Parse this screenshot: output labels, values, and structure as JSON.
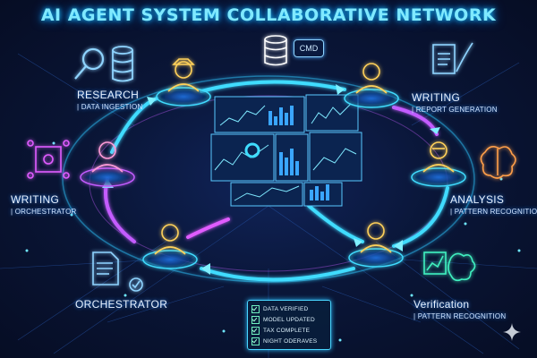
{
  "title": "AI AGENT SYSTEM COLLABORATIVE NETWORK",
  "cmd_label": "CMD",
  "nodes": {
    "research": {
      "name": "RESEARCH",
      "role": "| DATA INGESTION"
    },
    "writing_top": {
      "name": "WRITING",
      "role": "| REPORT GENERATION"
    },
    "writing_left": {
      "name": "WRITING",
      "role": "| ORCHESTRATOR"
    },
    "analysis": {
      "name": "ANALYSIS",
      "role": "| PATTERN RECOGNITION"
    },
    "orchestrator": {
      "name": "ORCHESTRATOR",
      "role": ""
    },
    "verification": {
      "name": "Verification",
      "role": "| PATTERN RECOGNITION"
    }
  },
  "checklist": [
    "DATA VERIFIED",
    "MODEL UPDATED",
    "TAX COMPLETE",
    "NIGHT ODERAVES"
  ],
  "colors": {
    "cyan": "#29d3ff",
    "magenta": "#e05cff",
    "teal": "#3ff0c0",
    "background": "#07102a"
  }
}
